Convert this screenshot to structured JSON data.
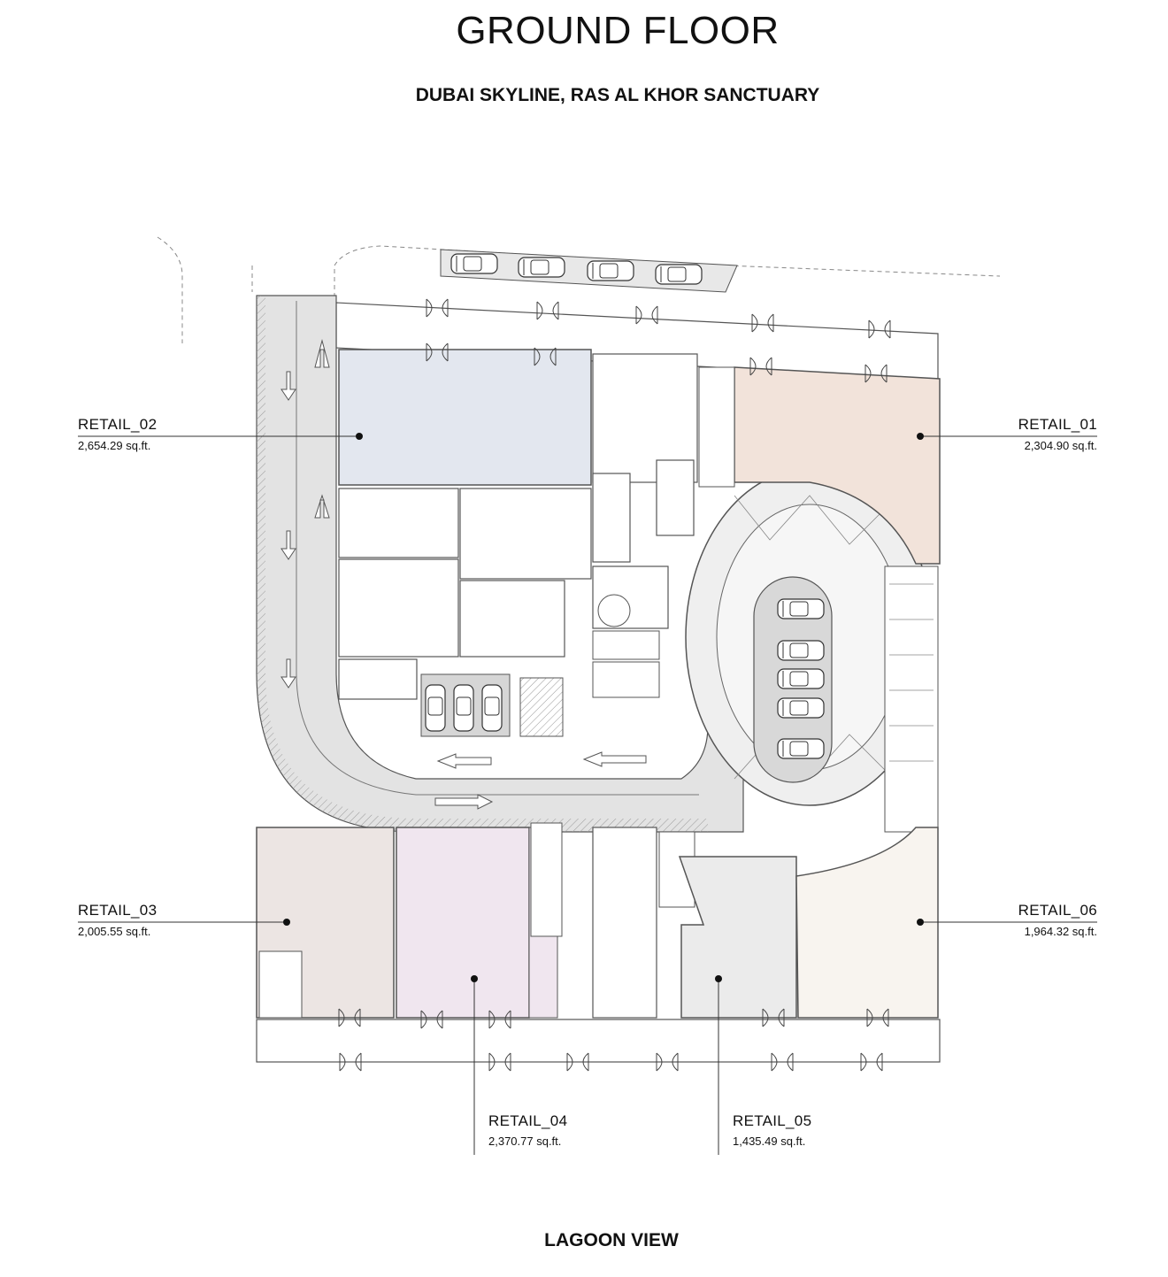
{
  "header": {
    "title": "GROUND FLOOR",
    "subtitle": "DUBAI SKYLINE, RAS AL KHOR SANCTUARY"
  },
  "footer": {
    "view_label": "LAGOON VIEW"
  },
  "units": [
    {
      "id": "retail_01",
      "name": "RETAIL_01",
      "area": "2,304.90 sq.ft.",
      "fill": "#f2e3da"
    },
    {
      "id": "retail_02",
      "name": "RETAIL_02",
      "area": "2,654.29 sq.ft.",
      "fill": "#e3e7ef"
    },
    {
      "id": "retail_03",
      "name": "RETAIL_03",
      "area": "2,005.55 sq.ft.",
      "fill": "#ece5e3"
    },
    {
      "id": "retail_04",
      "name": "RETAIL_04",
      "area": "2,370.77 sq.ft.",
      "fill": "#f0e6ef"
    },
    {
      "id": "retail_05",
      "name": "RETAIL_05",
      "area": "1,435.49 sq.ft.",
      "fill": "#ebebeb"
    },
    {
      "id": "retail_06",
      "name": "RETAIL_06",
      "area": "1,964.32 sq.ft.",
      "fill": "#f8f4ef"
    }
  ],
  "colors": {
    "circulation": "#e6e6e6",
    "hatch": "#bdbdbd",
    "wall": "#555555"
  }
}
